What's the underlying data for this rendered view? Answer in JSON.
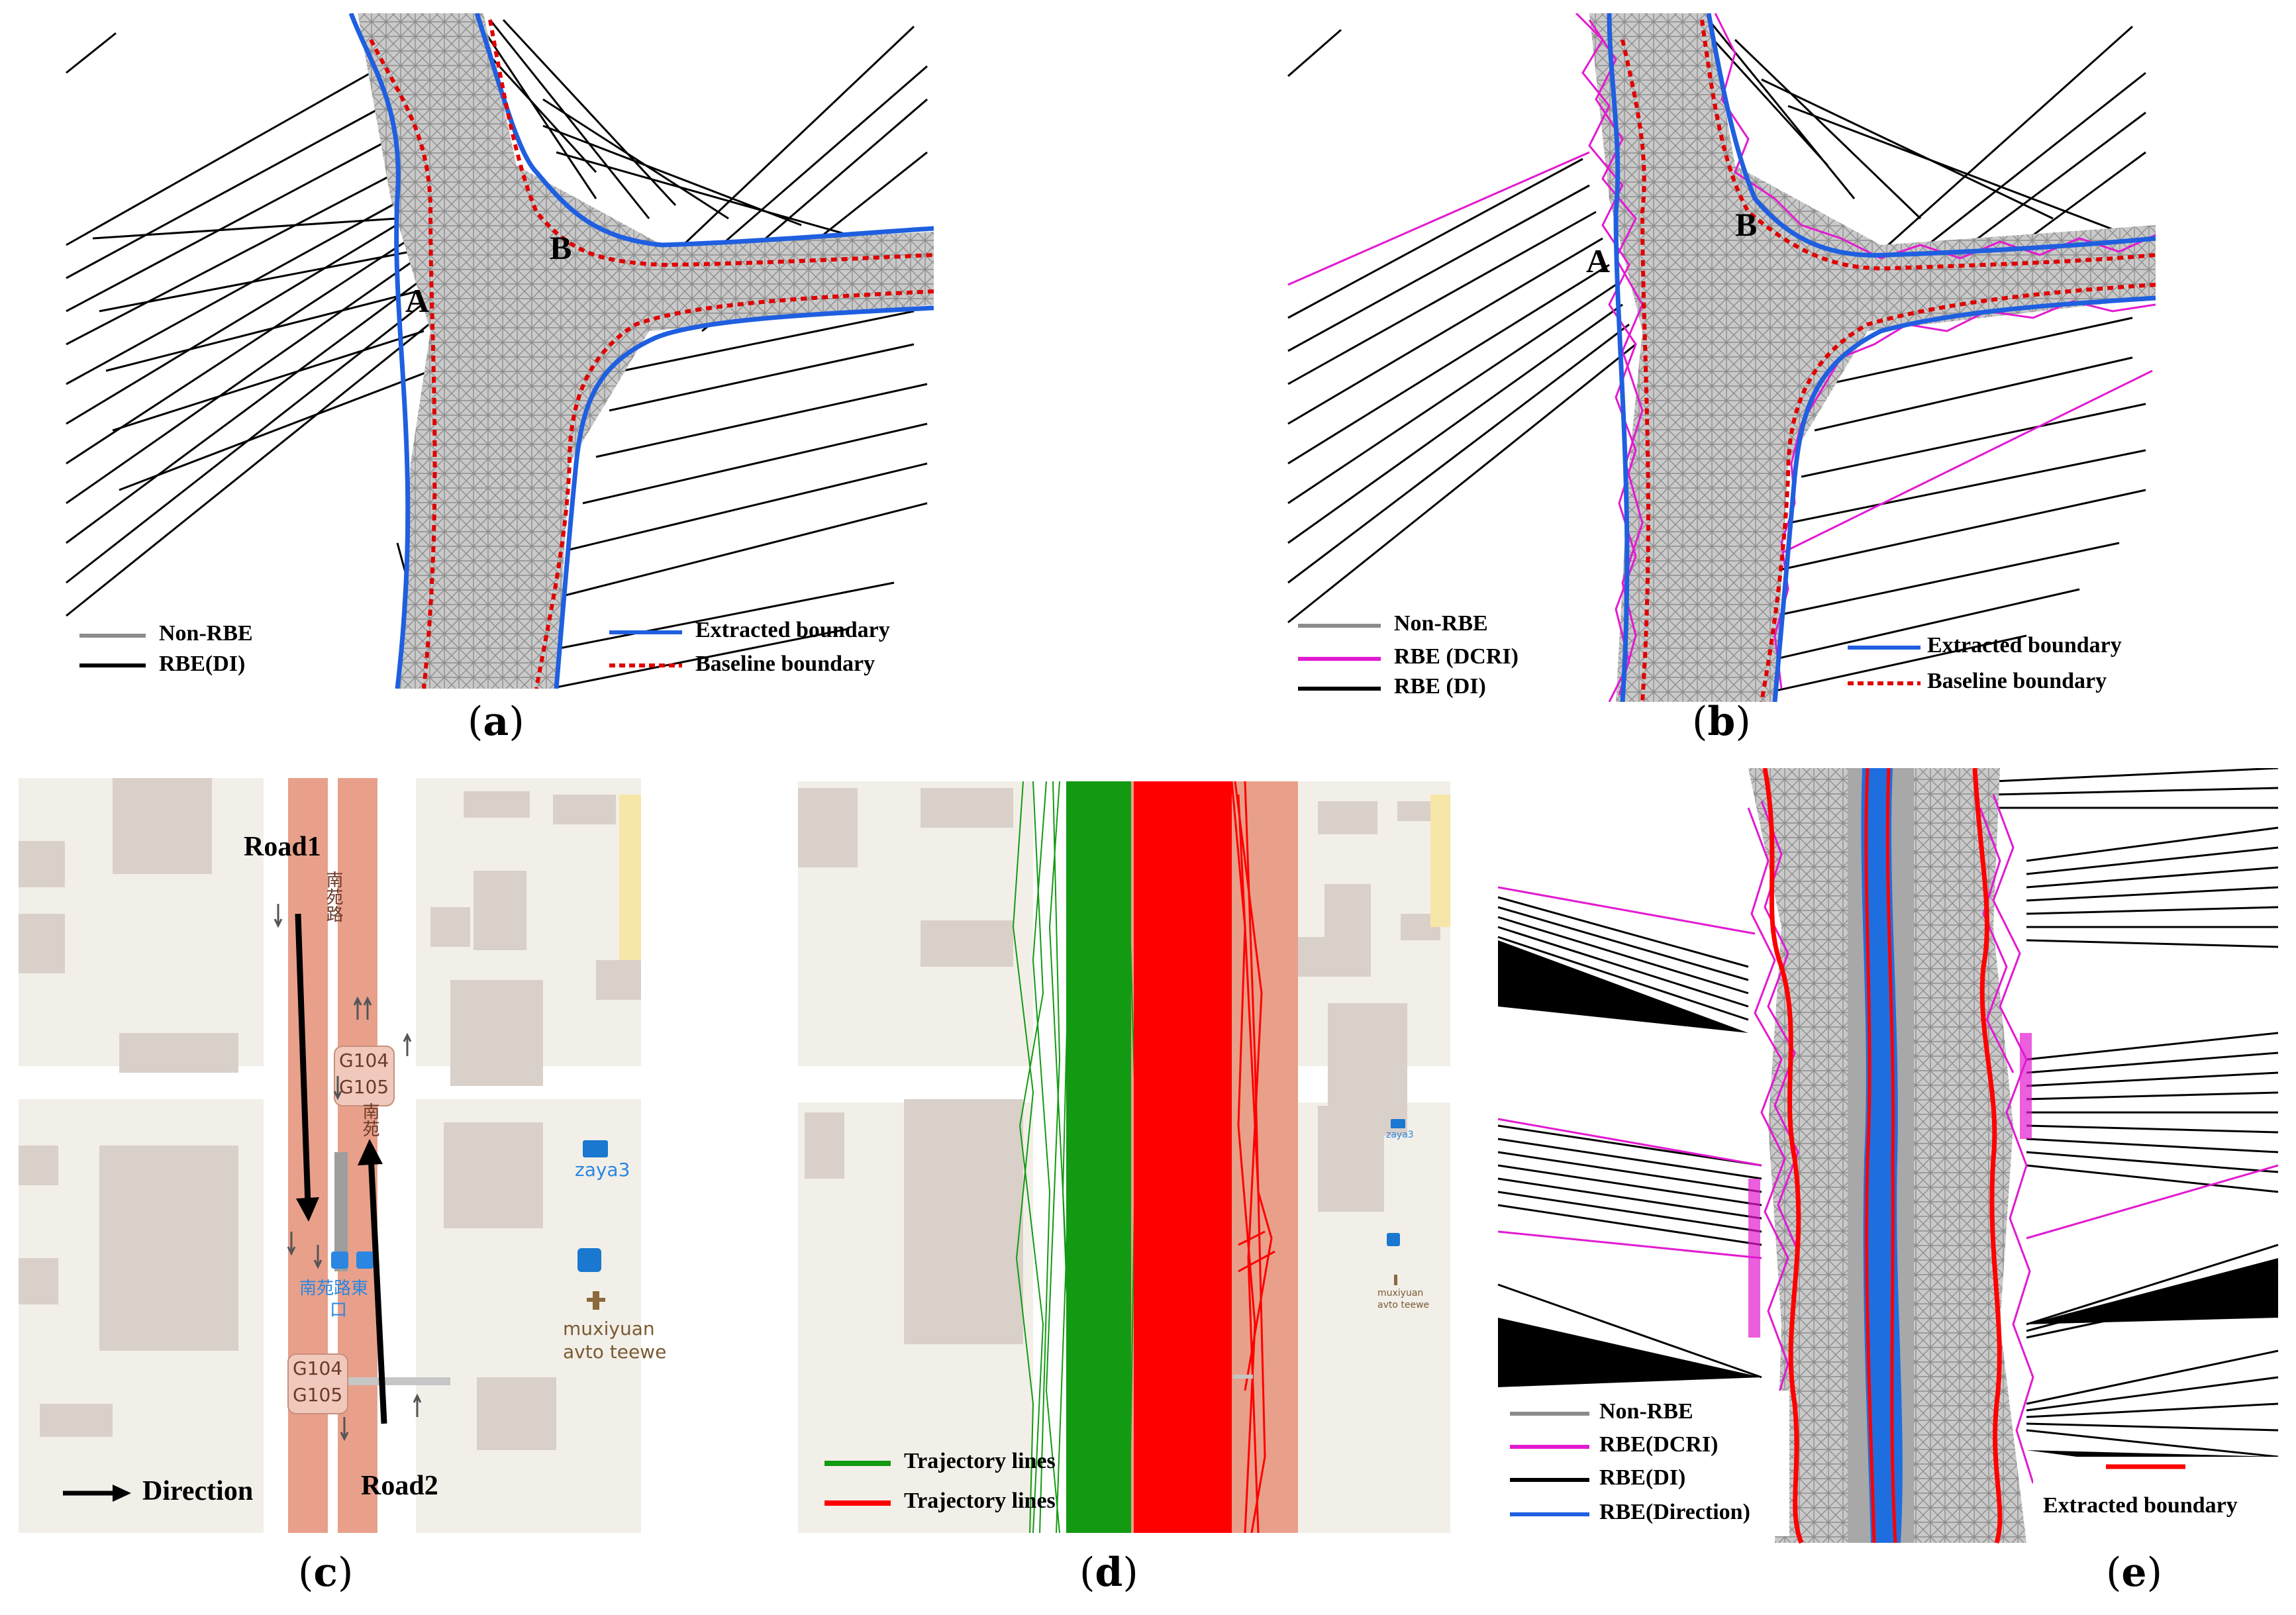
{
  "panels": {
    "a": {
      "caption": "a",
      "point_a": "A",
      "point_b": "B",
      "legend": {
        "non_rbe": "Non-RBE",
        "rbe_di": "RBE(DI)",
        "extracted": "Extracted boundary",
        "baseline": "Baseline boundary"
      }
    },
    "b": {
      "caption": "b",
      "point_a": "A",
      "point_b": "B",
      "legend": {
        "non_rbe": "Non-RBE",
        "rbe_dcri": "RBE (DCRI)",
        "rbe_di": "RBE (DI)",
        "extracted": "Extracted boundary",
        "baseline": "Baseline boundary"
      }
    },
    "c": {
      "caption": "c",
      "road1": "Road1",
      "road2": "Road2",
      "direction": "Direction",
      "shield_top": [
        "G104",
        "G105"
      ],
      "shield_bottom": [
        "G104",
        "G105"
      ],
      "poi_zaya": "zaya3",
      "poi_muxi": [
        "muxiyuan",
        "avto teewe"
      ],
      "road_name_1": "南苑路",
      "road_name_2": "南苑",
      "stop_name": [
        "南苑路東",
        "口"
      ]
    },
    "d": {
      "caption": "d",
      "legend": {
        "green": "Trajectory lines",
        "red": "Trajectory lines"
      },
      "poi_zaya": "zaya3",
      "poi_muxi": [
        "muxiyuan",
        "avto teewe"
      ]
    },
    "e": {
      "caption": "e",
      "legend": {
        "non_rbe": "Non-RBE",
        "rbe_dcri": "RBE(DCRI)",
        "rbe_di": "RBE(DI)",
        "rbe_direction": "RBE(Direction)",
        "extracted": "Extracted boundary"
      }
    }
  },
  "colors": {
    "non_rbe": "#8c8c8c",
    "rbe_di": "#000000",
    "rbe_dcri": "#e21ad0",
    "extracted": "#1f5fe0",
    "baseline": "#e00000",
    "traj_green": "#129a12",
    "traj_red": "#ff0000",
    "map_bg": "#f2efe9",
    "building": "#d9d0c9",
    "road_major": "#e8a08a",
    "mesh_fill": "#c2c2c2"
  }
}
